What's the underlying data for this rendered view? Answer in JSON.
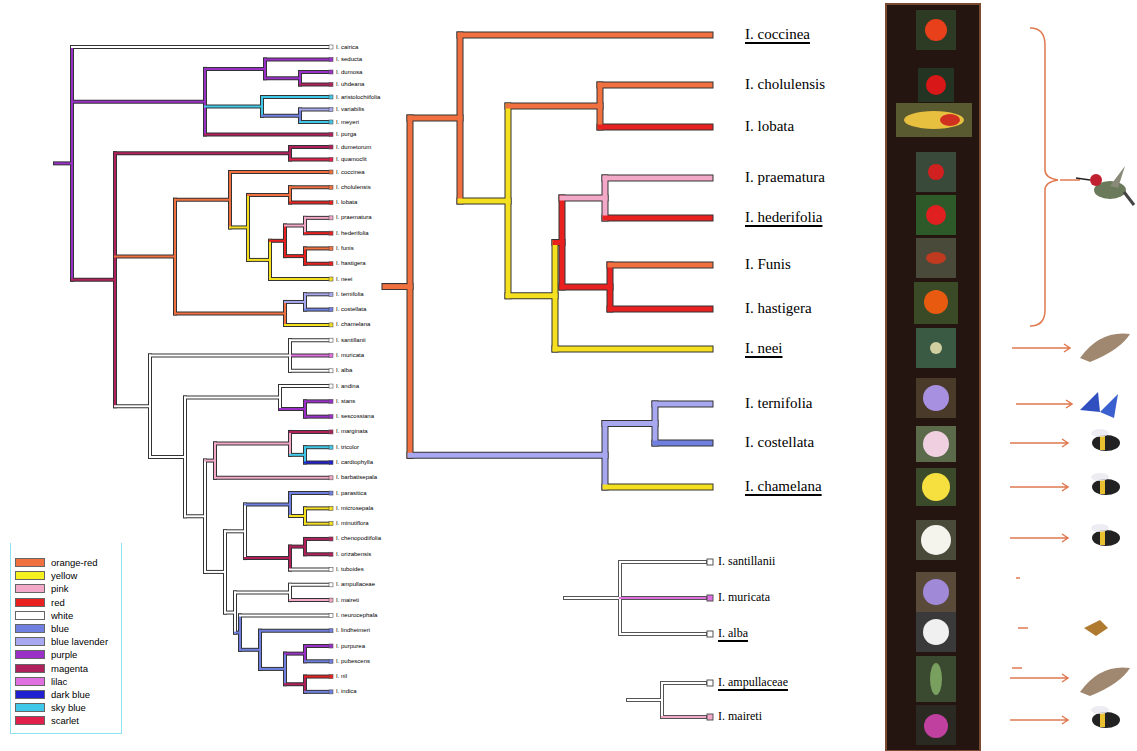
{
  "diagram": {
    "labels": [
      "I. cairica",
      "I. seducta",
      "I. dumosa",
      "I. uhdeana",
      "I. aristolochiifolia",
      "I. variabilis",
      "I. meyeri",
      "I. purga",
      "I. dumetorum",
      "I. quamoclit",
      "I. coccinea",
      "I. cholulensis",
      "I. lobata",
      "I. praematura",
      "I. hederifolia",
      "I. funis",
      "I. hastigera",
      "I. neei",
      "I. ternifolia",
      "I. costellata",
      "I. chamelana",
      "I. santillanii",
      "I. muricata",
      "I. alba",
      "I. andina",
      "I. stans",
      "I. sescossiana",
      "I. marginata",
      "I. tricolor",
      "I. cardiophylla",
      "I. barbatisepala",
      "I. parasitica",
      "I. microsepala",
      "I. minutiflora",
      "I. chenopodiifolia",
      "I. orizabensis",
      "I. tuboides",
      "I. ampullaceae",
      "I. maireti",
      "I. neurocephala",
      "I. lindheimeri",
      "I. purpurea",
      "I. pubescens",
      "I. nil",
      "I. indica",
      "I. coccinea",
      "I. cholulensis",
      "I. lobata",
      "I. praematura",
      "I. hederifolia",
      "I. Funis",
      "I. hastigera",
      "I. neei",
      "I. ternifolia",
      "I. costellata",
      "I. chamelana",
      "I. santillanii",
      "I. muricata",
      "I. alba",
      "I. ampullaceae",
      "I. maireti"
    ],
    "legend": [
      {
        "text": "orange-red",
        "color": "#f07040"
      },
      {
        "text": "yellow",
        "color": "#f5f020"
      },
      {
        "text": "pink",
        "color": "#f4a8c8"
      },
      {
        "text": "red",
        "color": "#e82020"
      },
      {
        "text": "white",
        "color": "#ffffff"
      },
      {
        "text": "blue",
        "color": "#7080e0"
      },
      {
        "text": "blue lavender",
        "color": "#a8a8f0"
      },
      {
        "text": "purple",
        "color": "#9a30c8"
      },
      {
        "text": "magenta",
        "color": "#b0205a"
      },
      {
        "text": "lilac",
        "color": "#e070e0"
      },
      {
        "text": "dark blue",
        "color": "#2020d0"
      },
      {
        "text": "sky blue",
        "color": "#40c8e8"
      },
      {
        "text": "scarlet",
        "color": "#e0204a"
      }
    ]
  }
}
